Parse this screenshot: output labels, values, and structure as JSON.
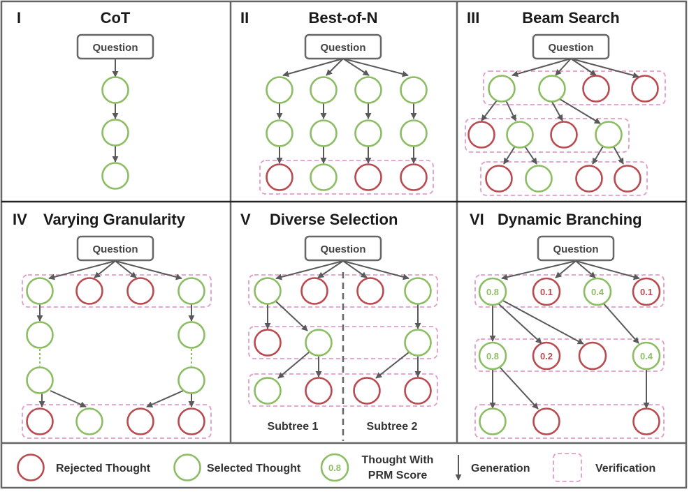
{
  "panels": [
    {
      "numeral": "I",
      "title": "CoT"
    },
    {
      "numeral": "II",
      "title": "Best-of-N"
    },
    {
      "numeral": "III",
      "title": "Beam Search"
    },
    {
      "numeral": "IV",
      "title": "Varying Granularity"
    },
    {
      "numeral": "V",
      "title": "Diverse Selection"
    },
    {
      "numeral": "VI",
      "title": "Dynamic Branching"
    }
  ],
  "question_label": "Question",
  "subtrees": [
    "Subtree 1",
    "Subtree 2"
  ],
  "prm_scores": {
    "row1": [
      "0.8",
      "0.1",
      "0.4",
      "0.1"
    ],
    "row2": [
      "0.8",
      "0.2",
      "0.4"
    ]
  },
  "legend": {
    "rejected": "Rejected Thought",
    "selected": "Selected Thought",
    "prm_sample": "0.8",
    "prm_line1": "Thought With",
    "prm_line2": "PRM Score",
    "generation": "Generation",
    "verification": "Verification"
  },
  "colors": {
    "selected": "#8cbd63",
    "rejected": "#b94a4f",
    "verification": "#e39bcb",
    "arrow": "#595959",
    "frame": "#666666"
  }
}
